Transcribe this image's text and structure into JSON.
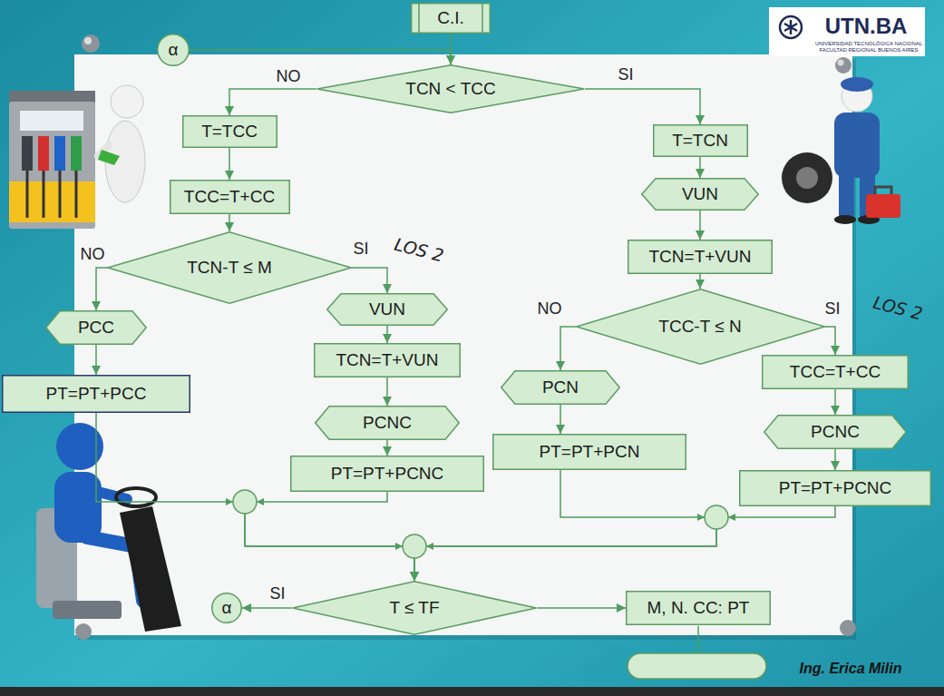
{
  "diagram": {
    "nodes": [
      {
        "text": [
          "C.I."
        ]
      },
      {
        "text": [
          "α"
        ]
      },
      {
        "text": [
          "TCN < TCC"
        ]
      },
      {
        "text": [
          "T=TCC"
        ]
      },
      {
        "text": [
          "T=TCN"
        ]
      },
      {
        "text": [
          "TCC=T+CC"
        ]
      },
      {
        "text": [
          "VUN"
        ]
      },
      {
        "text": [
          "TCN-T ≤ M"
        ]
      },
      {
        "text": [
          "TCN=T+VUN"
        ]
      },
      {
        "text": [
          "PCC"
        ]
      },
      {
        "text": [
          "VUN"
        ]
      },
      {
        "text": [
          "TCC-T ≤ N"
        ]
      },
      {
        "text": [
          "PT=PT+PCC"
        ]
      },
      {
        "text": [
          "TCN=T+VUN"
        ]
      },
      {
        "text": [
          "PCN"
        ]
      },
      {
        "text": [
          "TCC=T+CC"
        ]
      },
      {
        "text": [
          "PCNC"
        ]
      },
      {
        "text": [
          "PT=PT+PCN"
        ]
      },
      {
        "text": [
          "PCNC"
        ]
      },
      {
        "text": [
          "PT=PT+PCNC"
        ]
      },
      {
        "text": [
          "PT=PT+PCNC"
        ]
      },
      {
        "text": [
          "α"
        ]
      },
      {
        "text": [
          "T ≤ TF"
        ]
      },
      {
        "text": [
          "M, N. CC: PT"
        ]
      }
    ],
    "edges": [
      {
        "from": 0,
        "to": 2,
        "arrow": "to"
      },
      {
        "from": 1,
        "to": 2,
        "arrow": "to"
      },
      {
        "from": 2,
        "to": 3,
        "label": "NO",
        "arrow": "to"
      },
      {
        "from": 2,
        "to": 4,
        "label": "SI",
        "arrow": "to"
      },
      {
        "from": 3,
        "to": 5,
        "arrow": "to"
      },
      {
        "from": 4,
        "to": 6,
        "arrow": "to"
      },
      {
        "from": 5,
        "to": 7,
        "arrow": "to"
      },
      {
        "from": 6,
        "to": 8,
        "arrow": "to"
      },
      {
        "from": 7,
        "to": 9,
        "label": "NO",
        "arrow": "to"
      },
      {
        "from": 7,
        "to": 10,
        "label": "SI",
        "arrow": "to"
      },
      {
        "from": 8,
        "to": 11,
        "arrow": "to"
      },
      {
        "from": 11,
        "to": 14,
        "label": "NO",
        "arrow": "to"
      },
      {
        "from": 11,
        "to": 15,
        "label": "SI",
        "arrow": "to"
      },
      {
        "from": 9,
        "to": 12,
        "arrow": "to"
      },
      {
        "from": 10,
        "to": 13,
        "arrow": "to"
      },
      {
        "from": 13,
        "to": 16,
        "arrow": "to"
      },
      {
        "from": 14,
        "to": 17,
        "arrow": "to"
      },
      {
        "from": 15,
        "to": 18,
        "arrow": "to"
      },
      {
        "from": 16,
        "to": 19,
        "arrow": "to"
      },
      {
        "from": 18,
        "to": 20,
        "arrow": "to"
      },
      {
        "from": 12,
        "to": 22,
        "arrow": "to"
      },
      {
        "from": 19,
        "to": 22,
        "arrow": "to"
      },
      {
        "from": 17,
        "to": 22,
        "arrow": "to"
      },
      {
        "from": 20,
        "to": 22,
        "arrow": "to"
      },
      {
        "from": 22,
        "to": 21,
        "label": "SI",
        "arrow": "to"
      },
      {
        "from": 22,
        "to": 23,
        "arrow": "to"
      }
    ],
    "labels": [
      "UTN.BA",
      "UNIVERSIDAD TECNOLÓGICA NACIONAL",
      "FACULTAD REGIONAL BUENOS AIRES",
      "LOS 2",
      "LOS 2",
      "Ing. Erica Milin"
    ]
  }
}
